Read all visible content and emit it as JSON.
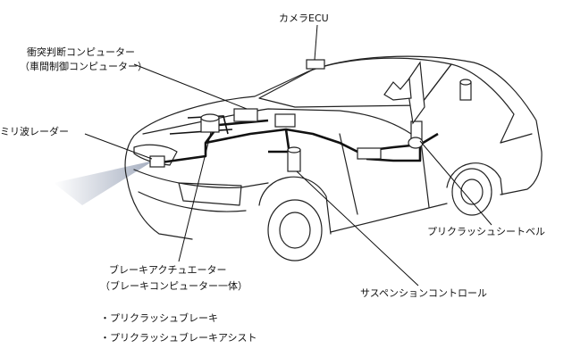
{
  "labels": {
    "camera_ecu": "カメラECU",
    "collision_computer": "衝突判断コンピューター",
    "collision_computer_sub": "（車間制御コンピューター）",
    "mmwave_radar": "ミリ波レーダー",
    "brake_actuator": "ブレーキアクチュエーター",
    "brake_actuator_sub": "（ブレーキコンピューター一体）",
    "precrash_brake": "・プリクラッシュブレーキ",
    "precrash_brake_assist": "・プリクラッシュブレーキアシスト",
    "precrash_seatbelt": "プリクラッシュシートベル",
    "suspension_control": "サスペンションコントロール"
  }
}
